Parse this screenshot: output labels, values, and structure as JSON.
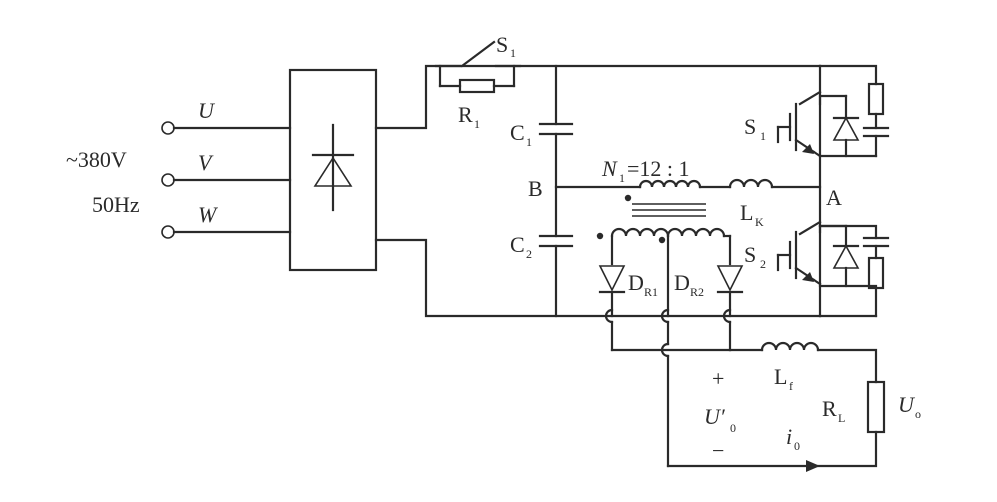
{
  "source": {
    "voltage": "~380V",
    "frequency": "50Hz",
    "phase_u": "U",
    "phase_v": "V",
    "phase_w": "W"
  },
  "switch_s": {
    "letter": "S",
    "sub": "1"
  },
  "resistor_r1": {
    "letter": "R",
    "sub": "1"
  },
  "cap_c1": {
    "letter": "C",
    "sub": "1"
  },
  "cap_c2": {
    "letter": "C",
    "sub": "2"
  },
  "node_b": "B",
  "node_a": "A",
  "transformer": {
    "n": "N",
    "n_sub": "1",
    "ratio": "=12 : 1"
  },
  "inductor_lk": {
    "letter": "L",
    "sub": "K"
  },
  "igbt_s1": {
    "letter": "S",
    "sub": "1"
  },
  "igbt_s2": {
    "letter": "S",
    "sub": "2"
  },
  "diode_dr1": {
    "letter": "D",
    "sub": "R1"
  },
  "diode_dr2": {
    "letter": "D",
    "sub": "R2"
  },
  "inductor_lf": {
    "letter": "L",
    "sub": "f"
  },
  "output": {
    "plus": "+",
    "minus": "−",
    "u0_prime": "U′",
    "u0_prime_sub": "0",
    "rl": "R",
    "rl_sub": "L",
    "i0": "i",
    "i0_sub": "0",
    "uo": "U",
    "uo_sub": "o"
  }
}
